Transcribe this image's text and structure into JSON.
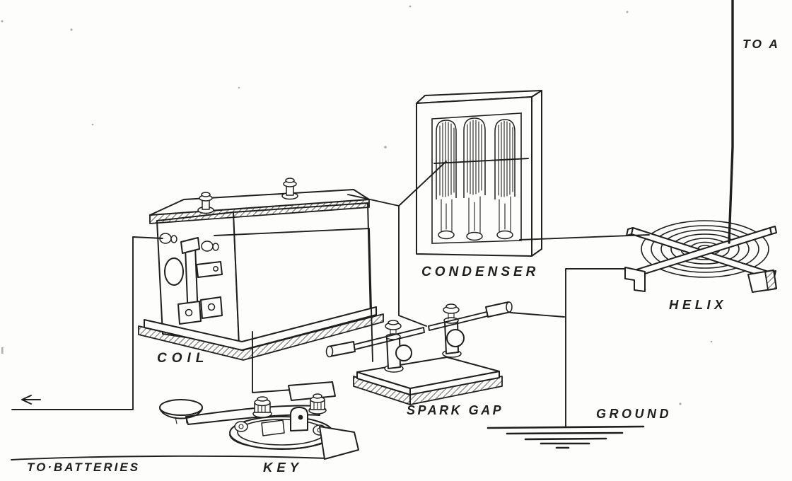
{
  "figure": {
    "ink": "#1f1f1f",
    "paper": "#fdfdfb"
  },
  "labels": {
    "antenna": "TO A",
    "condenser": "CONDENSER",
    "helix": "HELIX",
    "coil": "COIL",
    "spark_gap": "SPARK GAP",
    "ground": "GROUND",
    "batteries": "TO·BATTERIES",
    "key": "KEY"
  }
}
